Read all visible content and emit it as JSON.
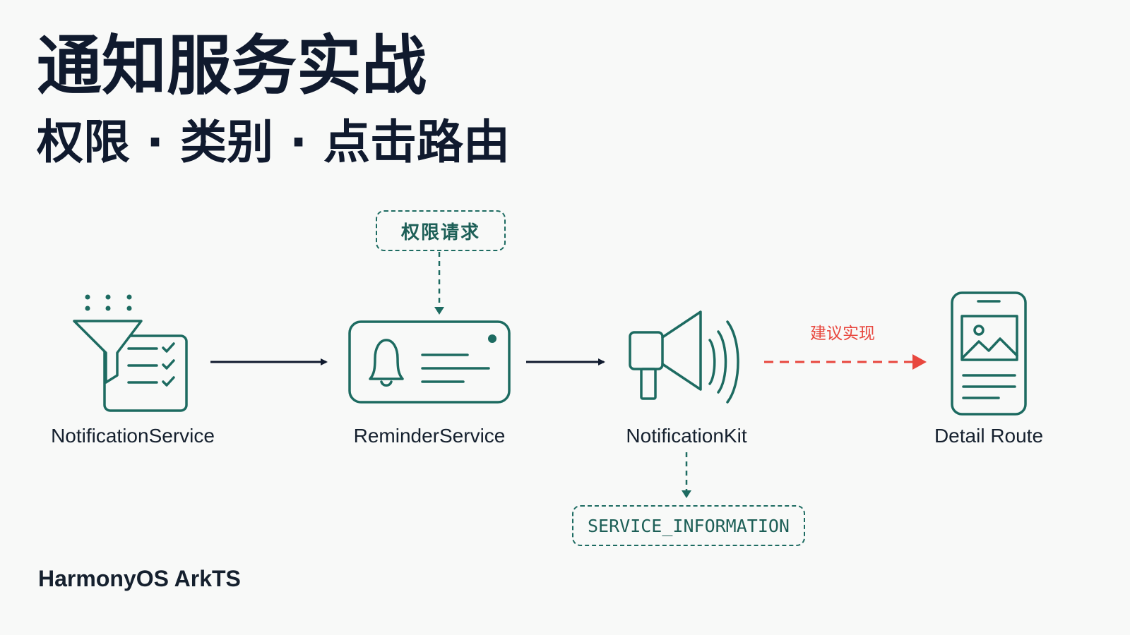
{
  "title": "通知服务实战",
  "subtitle": "权限 · 类别 · 点击路由",
  "nodes": [
    {
      "label": "NotificationService",
      "icon": "filter-checklist-icon"
    },
    {
      "label": "ReminderService",
      "icon": "bell-card-icon"
    },
    {
      "label": "NotificationKit",
      "icon": "megaphone-icon"
    },
    {
      "label": "Detail Route",
      "icon": "phone-image-icon"
    }
  ],
  "permission_box": {
    "label": "权限请求"
  },
  "category_box": {
    "label": "SERVICE_INFORMATION"
  },
  "suggested_edge": {
    "label": "建议实现"
  },
  "footer": {
    "text": "HarmonyOS ArkTS"
  },
  "colors": {
    "title": "#101a2e",
    "icon_teal": "#1d6b61",
    "arrow_dark": "#101a2e",
    "suggest_red": "#e8473e",
    "background": "#f8f9f8"
  }
}
